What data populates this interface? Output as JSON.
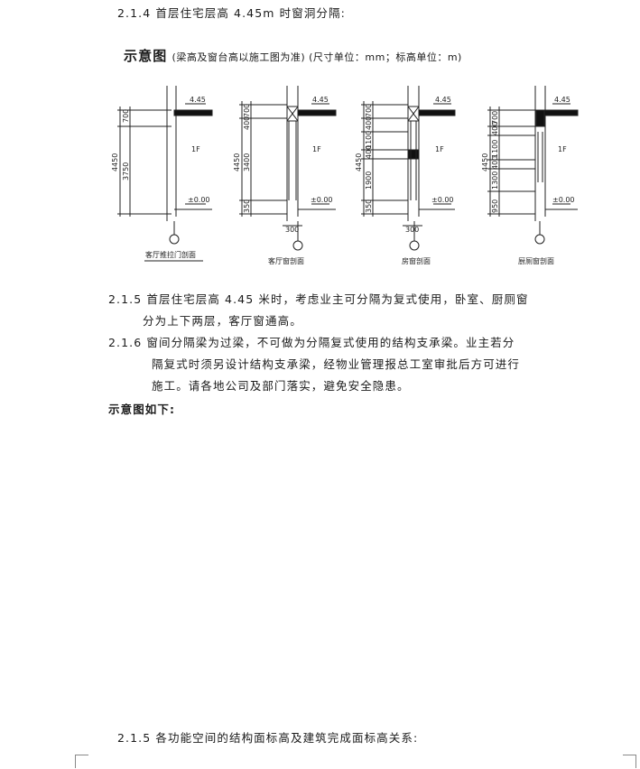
{
  "doc": {
    "sec_214": "2.1.4 首层住宅层高 4.45m 时窗洞分隔:",
    "sketch_label": "示意图",
    "sketch_note": "(梁高及窗台高以施工图为准) (尺寸单位：mm；标高单位：m)",
    "sec_215_line1": "2.1.5 首层住宅层高 4.45 米时，考虑业主可分隔为复式使用，卧室、厨厕窗",
    "sec_215_line2": "分为上下两层，客厅窗通高。",
    "sec_216_line1": "2.1.6 窗间分隔梁为过梁，不可做为分隔复式使用的结构支承梁。业主若分",
    "sec_216_line2": "隔复式时须另设计结构支承梁，经物业管理报总工室审批后方可进行",
    "sec_216_line3": "施工。请各地公司及部门落实，避免安全隐患。",
    "diagram_heading": "示意图如下:",
    "sec_215b": "2.1.5 各功能空间的结构面标高及建筑完成面标高关系:"
  },
  "sections": [
    {
      "caption": "客厅推拉门剖面",
      "level_top": "4.45",
      "level_bot": "±0.00",
      "total": "4450",
      "dims": [
        "700",
        "3750"
      ],
      "room": "1F"
    },
    {
      "caption": "客厅窗剖面",
      "level_top": "4.45",
      "level_bot": "±0.00",
      "total": "4450",
      "dims": [
        "700",
        "400",
        "3400",
        "350"
      ],
      "room": "1F",
      "width_dim": "300"
    },
    {
      "caption": "房窗剖面",
      "level_top": "4.45",
      "level_bot": "±0.00",
      "total": "4450",
      "dims": [
        "700",
        "400",
        "1100",
        "400",
        "1900",
        "350"
      ],
      "room": "1F",
      "width_dim": "300"
    },
    {
      "caption": "厨厕窗剖面",
      "level_top": "4.45",
      "level_bot": "±0.00",
      "total": "4450",
      "dims": [
        "700",
        "400",
        "1100",
        "400",
        "1300",
        "950"
      ],
      "room": "1F"
    }
  ],
  "iso_label": "过梁"
}
